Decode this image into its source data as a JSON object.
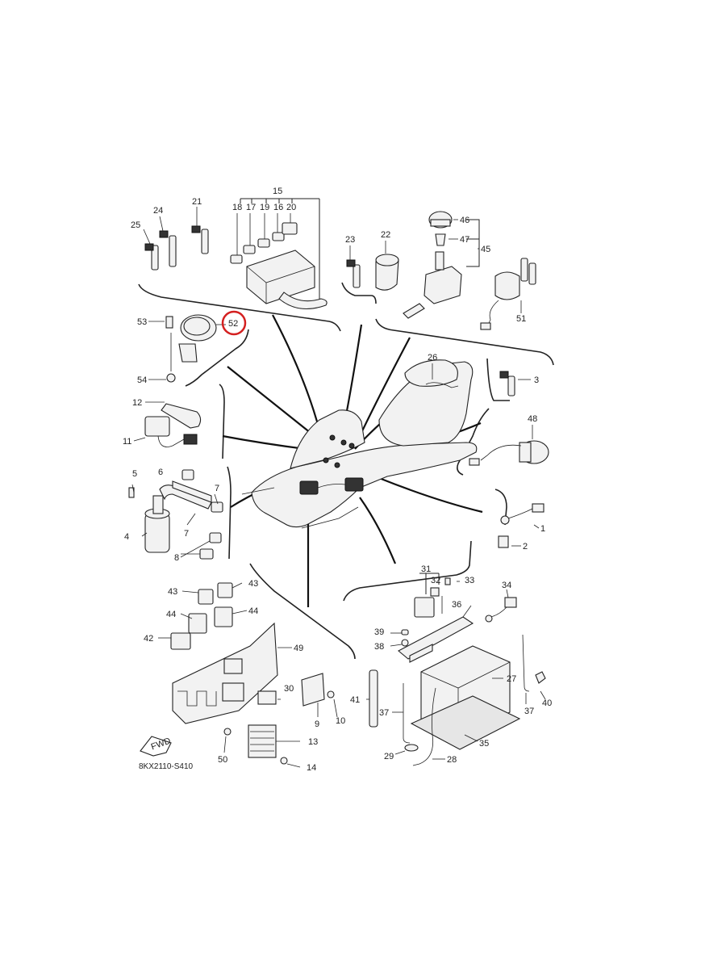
{
  "diagram": {
    "code": "8KX2110-S410",
    "fwd_label": "FWD",
    "highlight_color": "#d42020",
    "highlighted_part": "52",
    "labels": {
      "p1": "1",
      "p2": "2",
      "p3": "3",
      "p4": "4",
      "p5": "5",
      "p6": "6",
      "p7a": "7",
      "p7b": "7",
      "p8": "8",
      "p9": "9",
      "p10": "10",
      "p11": "11",
      "p12": "12",
      "p13": "13",
      "p14": "14",
      "p15": "15",
      "p16": "16",
      "p17": "17",
      "p18": "18",
      "p19": "19",
      "p20": "20",
      "p21": "21",
      "p22": "22",
      "p23": "23",
      "p24": "24",
      "p25": "25",
      "p26": "26",
      "p27": "27",
      "p28": "28",
      "p29": "29",
      "p30": "30",
      "p31": "31",
      "p32": "32",
      "p33": "33",
      "p34": "34",
      "p35": "35",
      "p36": "36",
      "p37a": "37",
      "p37b": "37",
      "p38": "38",
      "p39": "39",
      "p40": "40",
      "p41": "41",
      "p42": "42",
      "p43a": "43",
      "p43b": "43",
      "p44a": "44",
      "p44b": "44",
      "p45": "45",
      "p46": "46",
      "p47": "47",
      "p48": "48",
      "p49": "49",
      "p50": "50",
      "p51": "51",
      "p52": "52",
      "p53": "53",
      "p54": "54"
    }
  }
}
